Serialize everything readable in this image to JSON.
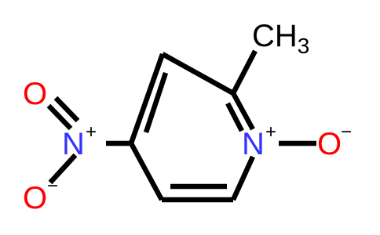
{
  "molecule": {
    "atoms": {
      "methyl": {
        "main": "CH",
        "subscript": "3"
      },
      "ring_nitrogen": {
        "symbol": "N",
        "charge": "+"
      },
      "n_oxide_oxygen": {
        "symbol": "O",
        "charge": "−"
      },
      "nitro_nitrogen": {
        "symbol": "N",
        "charge": "+"
      },
      "nitro_oxygen_double": {
        "symbol": "O"
      },
      "nitro_oxygen_single": {
        "symbol": "O",
        "charge": "−"
      }
    },
    "colors": {
      "bond": "#000000",
      "nitrogen": "#3333ff",
      "oxygen": "#ff0000",
      "carbon": "#000000"
    }
  }
}
